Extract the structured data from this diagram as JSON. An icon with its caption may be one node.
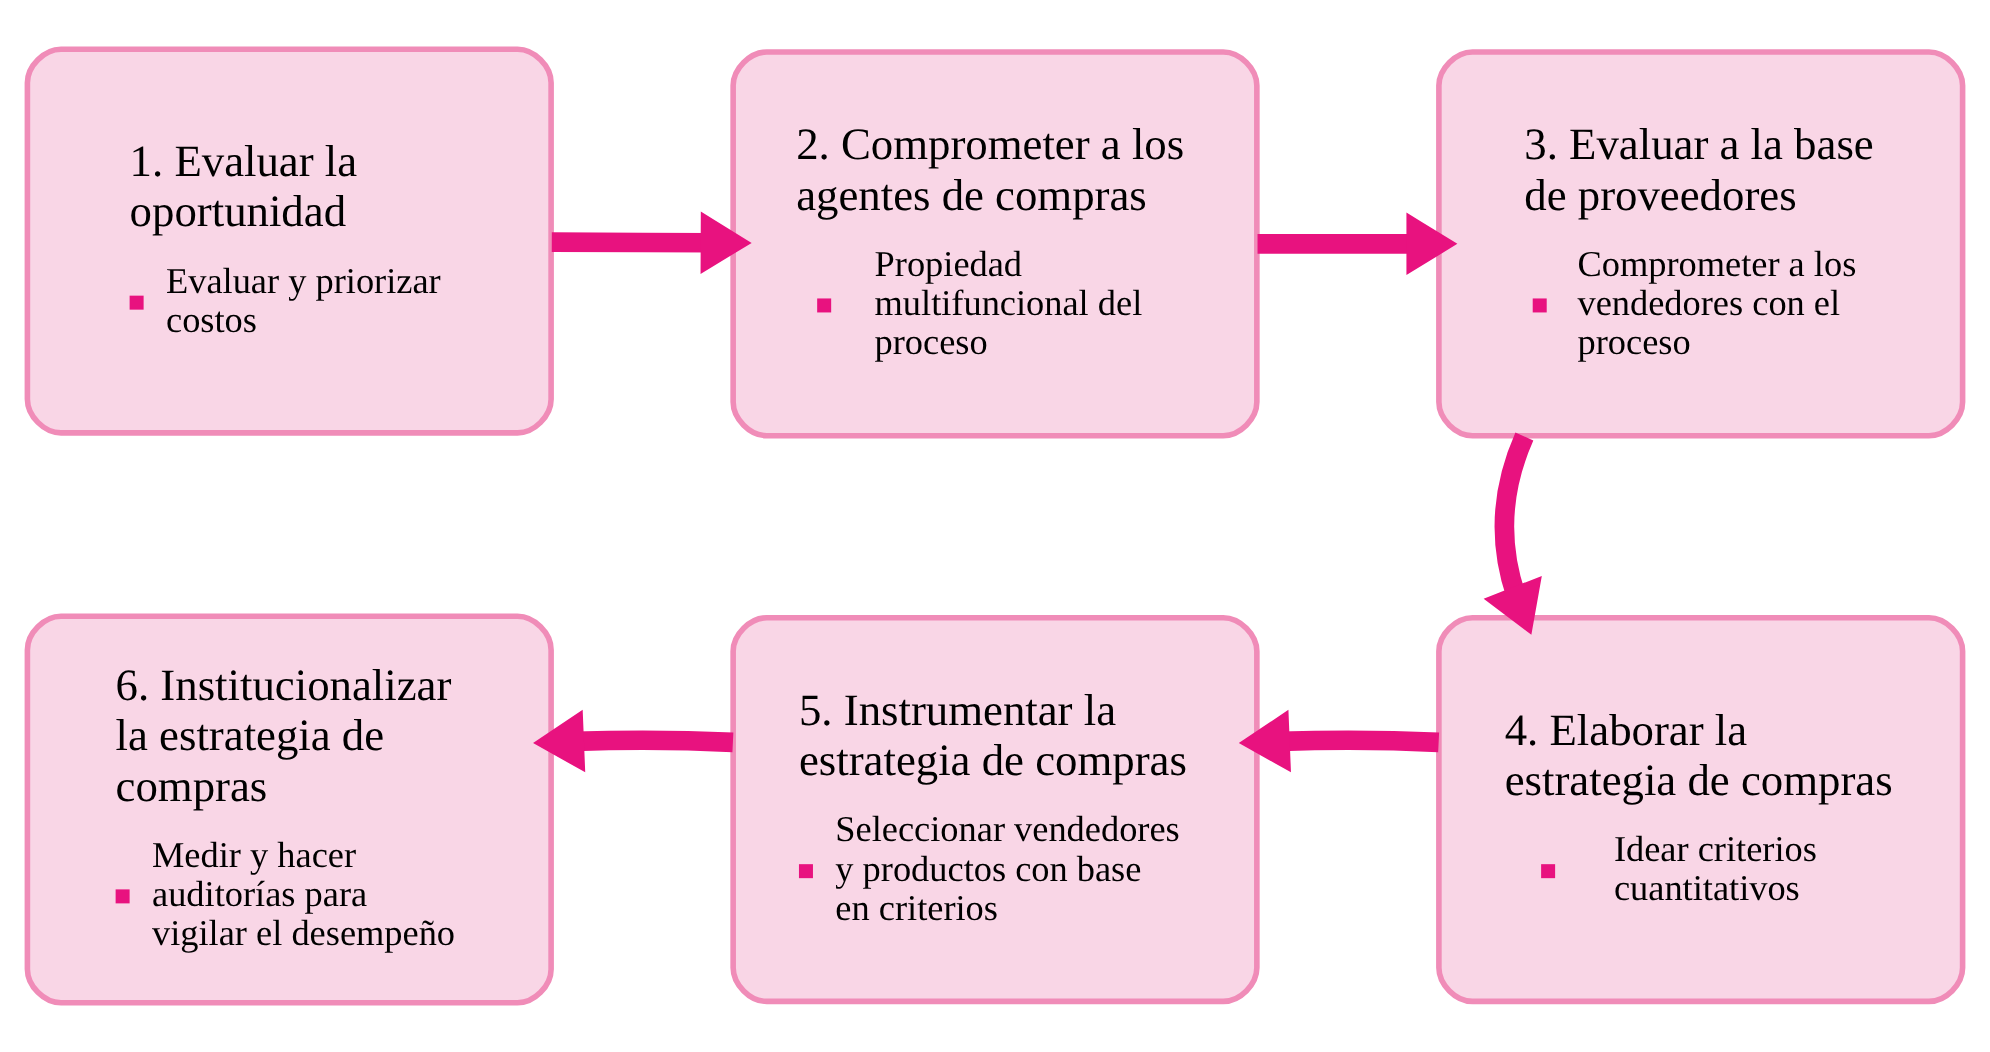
{
  "diagram": {
    "nodes": [
      {
        "text": [
          "1. Evaluar la oportunidad",
          "Evaluar y priorizar costos"
        ]
      },
      {
        "text": [
          "2. Comprometer a los agentes de compras",
          "Propiedad multifuncional del proceso"
        ]
      },
      {
        "text": [
          "3. Evaluar a la base de proveedores",
          "Comprometer a los vendedores con el proceso"
        ]
      },
      {
        "text": [
          "4. Elaborar la estrategia de compras",
          "Idear criterios cuantitativos"
        ]
      },
      {
        "text": [
          "5. Instrumentar la estrategia de compras",
          "Seleccionar vendedores y productos con base en criterios"
        ]
      },
      {
        "text": [
          "6. Institucionalizar la estrategia de compras",
          "Medir y hacer auditorías para vigilar el desempeño"
        ]
      }
    ],
    "edges": [
      {
        "from": 0,
        "to": 1,
        "arrow": "to"
      },
      {
        "from": 1,
        "to": 2,
        "arrow": "to"
      },
      {
        "from": 2,
        "to": 3,
        "arrow": "to"
      },
      {
        "from": 3,
        "to": 4,
        "arrow": "to"
      },
      {
        "from": 4,
        "to": 5,
        "arrow": "to"
      }
    ]
  }
}
